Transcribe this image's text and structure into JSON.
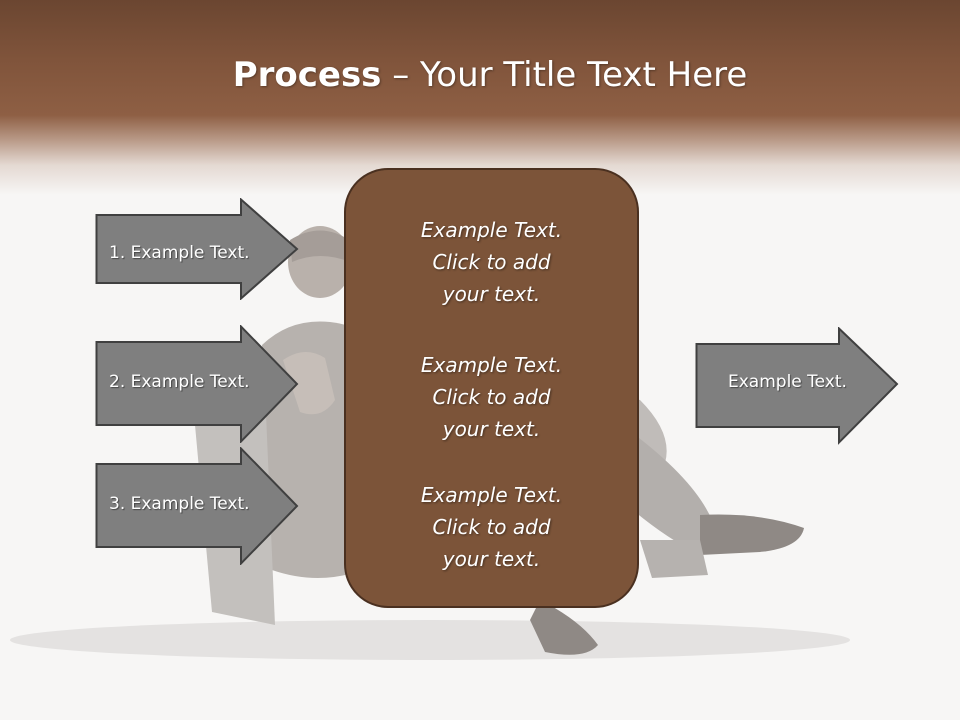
{
  "title": {
    "bold": "Process",
    "rest": " – Your Title Text Here"
  },
  "left_arrows": [
    {
      "label": "1. Example Text."
    },
    {
      "label": "2. Example Text."
    },
    {
      "label": "3. Example Text."
    }
  ],
  "center_blocks": [
    {
      "lines": [
        "Example Text.",
        "Click  to add",
        "your text."
      ]
    },
    {
      "lines": [
        "Example Text.",
        "Click  to add",
        "your text."
      ]
    },
    {
      "lines": [
        "Example Text.",
        "Click  to add",
        "your text."
      ]
    }
  ],
  "right_arrow": {
    "label": "Example Text."
  },
  "colors": {
    "header_brown": "#80543b",
    "box_fill": "#7c5439",
    "arrow_fill": "#7f7f7f",
    "arrow_border": "#404040"
  }
}
